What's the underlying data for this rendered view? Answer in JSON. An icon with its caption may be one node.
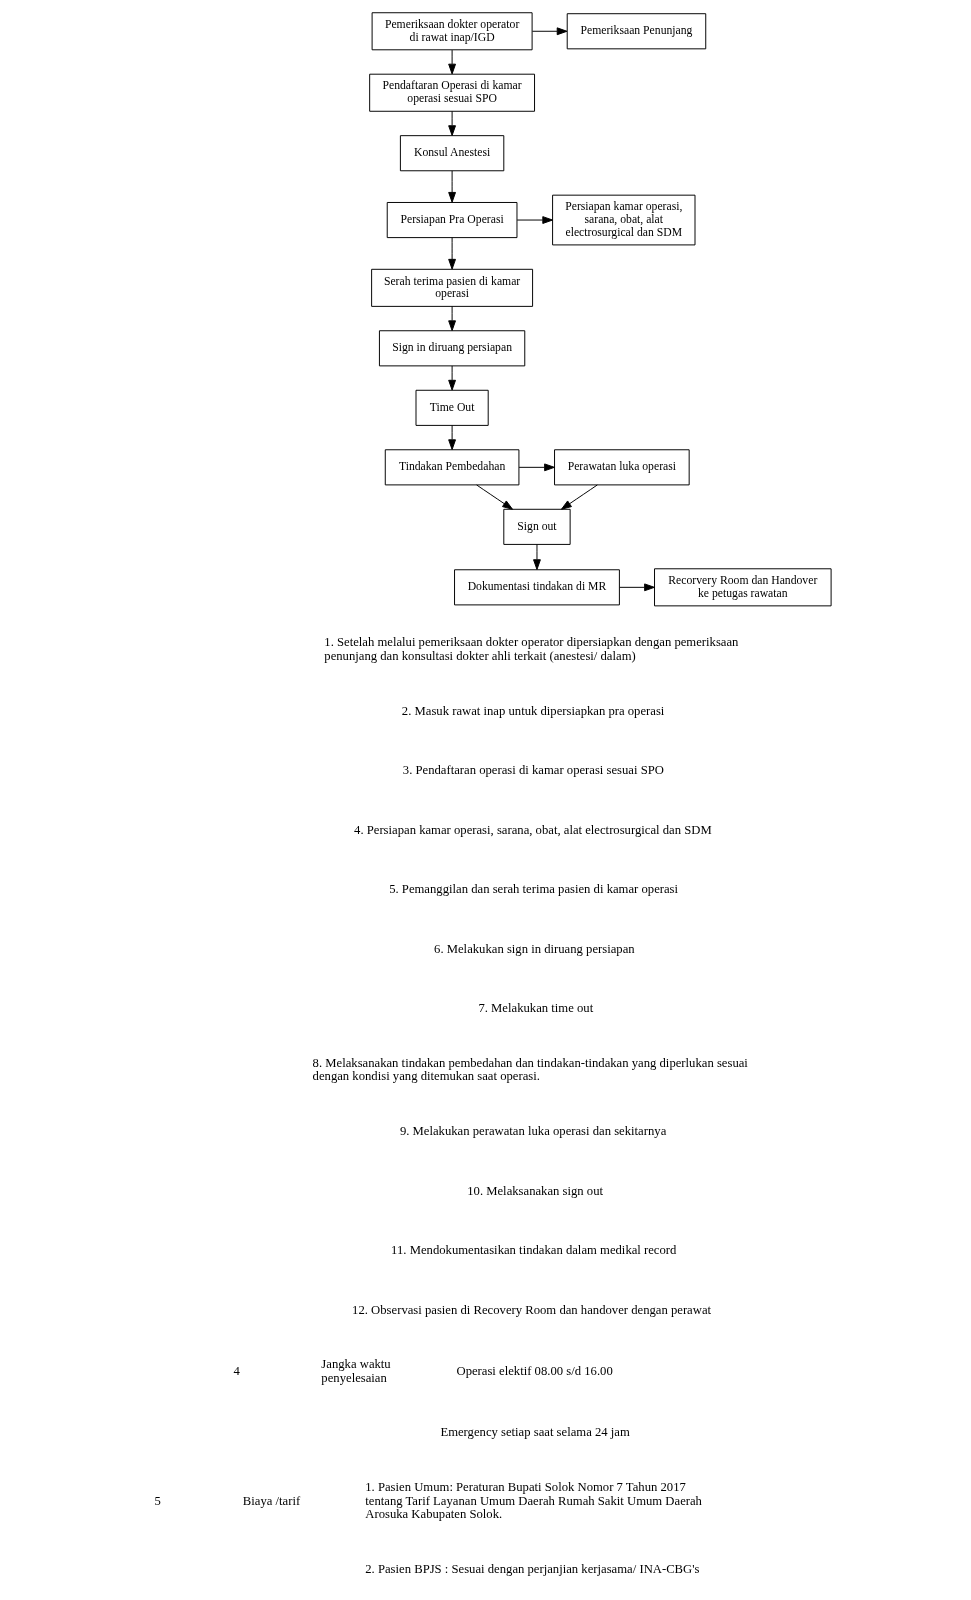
{
  "diagram": {
    "nodes": [
      {
        "text": [
          "Pemeriksaan dokter operator di rawat inap/IGD"
        ]
      },
      {
        "text": [
          "Pemeriksaan Penunjang"
        ]
      },
      {
        "text": [
          "Pendaftaran Operasi di kamar operasi sesuai SPO"
        ]
      },
      {
        "text": [
          "Konsul Anestesi"
        ]
      },
      {
        "text": [
          "Persiapan Pra Operasi"
        ]
      },
      {
        "text": [
          "Persiapan kamar operasi, sarana, obat, alat electrosurgical dan SDM"
        ]
      },
      {
        "text": [
          "Serah terima pasien di kamar operasi"
        ]
      },
      {
        "text": [
          "Sign in diruang persiapan"
        ]
      },
      {
        "text": [
          "Time Out"
        ]
      },
      {
        "text": [
          "Tindakan Pembedahan"
        ]
      },
      {
        "text": [
          "Perawatan luka operasi"
        ]
      },
      {
        "text": [
          "Sign out"
        ]
      },
      {
        "text": [
          "Dokumentasi tindakan di MR"
        ]
      },
      {
        "text": [
          "Recorvery Room dan Handover ke petugas rawatan"
        ]
      }
    ],
    "edges": [
      {
        "from": 0,
        "to": 1,
        "arrow": "to"
      },
      {
        "from": 0,
        "to": 2,
        "arrow": "to"
      },
      {
        "from": 2,
        "to": 3,
        "arrow": "to"
      },
      {
        "from": 3,
        "to": 4,
        "arrow": "to"
      },
      {
        "from": 4,
        "to": 5,
        "arrow": "to"
      },
      {
        "from": 4,
        "to": 6,
        "arrow": "to"
      },
      {
        "from": 6,
        "to": 7,
        "arrow": "to"
      },
      {
        "from": 7,
        "to": 8,
        "arrow": "to"
      },
      {
        "from": 8,
        "to": 9,
        "arrow": "to"
      },
      {
        "from": 9,
        "to": 10,
        "arrow": "to"
      },
      {
        "from": 9,
        "to": 11,
        "arrow": "to"
      },
      {
        "from": 10,
        "to": 11,
        "arrow": "to"
      },
      {
        "from": 11,
        "to": 12,
        "arrow": "to"
      },
      {
        "from": 12,
        "to": 13,
        "arrow": "to"
      }
    ],
    "labels": [
      "1. Setelah melalui pemeriksaan dokter operator dipersiapkan dengan pemeriksaan penunjang dan konsultasi dokter ahli terkait (anestesi/ dalam)",
      "2. Masuk rawat inap untuk dipersiapkan pra operasi",
      "3. Pendaftaran operasi di kamar operasi sesuai SPO",
      "4. Persiapan kamar operasi, sarana, obat, alat electrosurgical dan SDM",
      "5. Pemanggilan dan serah terima pasien di kamar operasi",
      "6. Melakukan sign in diruang persiapan",
      "7. Melakukan time out",
      "8. Melaksanakan tindakan pembedahan dan tindakan-tindakan yang diperlukan sesuai dengan kondisi yang ditemukan saat operasi.",
      "9. Melakukan perawatan luka operasi dan sekitarnya",
      "10. Melaksanakan sign out",
      "11. Mendokumentasikan tindakan dalam medikal record",
      "12. Observasi pasien di Recovery Room dan handover dengan perawat",
      "4",
      "Jangka waktu penyelesaian",
      "Operasi elektif 08.00 s/d 16.00",
      "Emergency setiap saat selama 24 jam",
      "5",
      "Biaya /tarif",
      "1. Pasien Umum: Peraturan Bupati Solok Nomor 7 Tahun 2017 tentang Tarif Layanan Umum Daerah Rumah Sakit Umum Daerah Arosuka Kabupaten Solok.",
      "2. Pasien BPJS : Sesuai dengan perjanjian kerjasama/ INA-CBG's"
    ]
  }
}
